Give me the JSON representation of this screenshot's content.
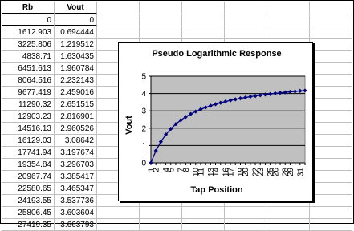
{
  "table": {
    "headers": [
      "Rb",
      "Vout"
    ],
    "rows": [
      [
        "0",
        "0"
      ],
      [
        "1612.903",
        "0.694444"
      ],
      [
        "3225.806",
        "1.219512"
      ],
      [
        "4838.71",
        "1.630435"
      ],
      [
        "6451.613",
        "1.960784"
      ],
      [
        "8064.516",
        "2.232143"
      ],
      [
        "9677.419",
        "2.459016"
      ],
      [
        "11290.32",
        "2.651515"
      ],
      [
        "12903.23",
        "2.816901"
      ],
      [
        "14516.13",
        "2.960526"
      ],
      [
        "16129.03",
        "3.08642"
      ],
      [
        "17741.94",
        "3.197674"
      ],
      [
        "19354.84",
        "3.296703"
      ],
      [
        "20967.74",
        "3.385417"
      ],
      [
        "22580.65",
        "3.465347"
      ],
      [
        "24193.55",
        "3.537736"
      ],
      [
        "25806.45",
        "3.603604"
      ],
      [
        "27419.35",
        "3.663793"
      ]
    ]
  },
  "chart_data": {
    "type": "line",
    "title": "Pseudo Logarithmic Response",
    "xlabel": "Tap Position",
    "ylabel": "Vout",
    "x": [
      1,
      2,
      3,
      4,
      5,
      6,
      7,
      8,
      9,
      10,
      11,
      12,
      13,
      14,
      15,
      16,
      17,
      18,
      19,
      20,
      21,
      22,
      23,
      24,
      25,
      26,
      27,
      28,
      29,
      30,
      31,
      32
    ],
    "series": [
      {
        "values": [
          0,
          0.694444,
          1.219512,
          1.630435,
          1.960784,
          2.232143,
          2.459016,
          2.651515,
          2.816901,
          2.960526,
          3.08642,
          3.197674,
          3.296703,
          3.385417,
          3.465347,
          3.537736,
          3.603604,
          3.663793,
          3.72,
          3.77,
          3.82,
          3.86,
          3.9,
          3.94,
          3.97,
          4.01,
          4.04,
          4.07,
          4.1,
          4.12,
          4.15,
          4.17
        ]
      }
    ],
    "xticks": [
      "1",
      "2",
      "4",
      "5",
      "7",
      "8",
      "10",
      "11",
      "13",
      "14",
      "16",
      "17",
      "19",
      "20",
      "22",
      "23",
      "25",
      "26",
      "28",
      "29",
      "31"
    ],
    "ylim": [
      0,
      5
    ],
    "yticks": [
      "0",
      "1",
      "2",
      "3",
      "4",
      "5"
    ],
    "grid": true,
    "plot_background": "#c0c0c0",
    "series_color": "#000080"
  }
}
